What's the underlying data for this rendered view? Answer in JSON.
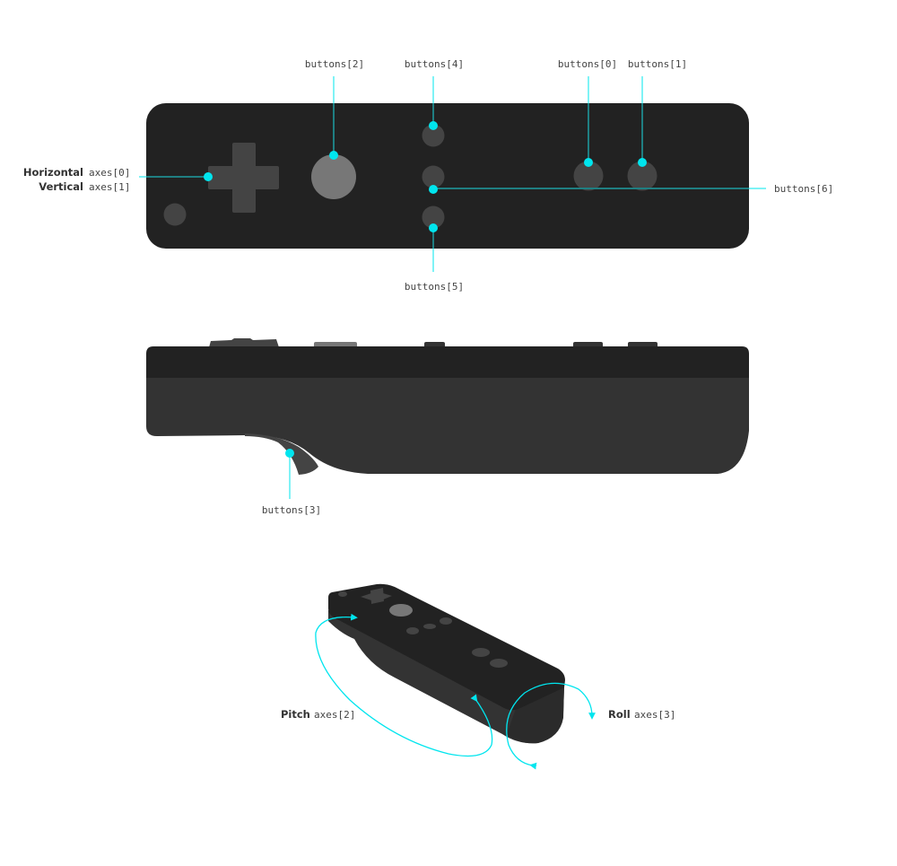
{
  "colors": {
    "body_top": "#222222",
    "body_side": "#333333",
    "button_dark": "#444444",
    "button_light": "#777777",
    "accent": "#00e5ee",
    "line_on_dark": "#1f7f82",
    "text": "#444444",
    "label_bold": "#333333"
  },
  "top_view": {
    "labels": {
      "dpad_h_name": "Horizontal",
      "dpad_h_axis": "axes[0]",
      "dpad_v_name": "Vertical",
      "dpad_v_axis": "axes[1]",
      "a_button": "buttons[2]",
      "minus_button": "buttons[4]",
      "home_button": "buttons[6]",
      "plus_button": "buttons[5]",
      "one_button": "buttons[0]",
      "two_button": "buttons[1]"
    }
  },
  "side_view": {
    "labels": {
      "b_trigger": "buttons[3]"
    }
  },
  "perspective_view": {
    "labels": {
      "pitch_name": "Pitch",
      "pitch_axis": "axes[2]",
      "roll_name": "Roll",
      "roll_axis": "axes[3]"
    }
  }
}
